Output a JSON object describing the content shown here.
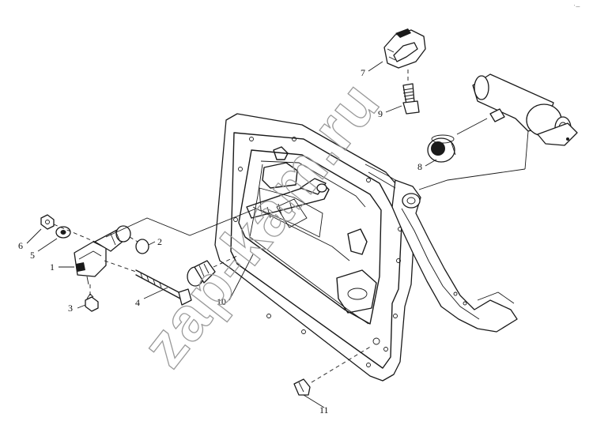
{
  "watermark": "zap-kam.ru",
  "corner_mark": "′ —",
  "callouts": [
    {
      "id": "1",
      "label": "1"
    },
    {
      "id": "2",
      "label": "2"
    },
    {
      "id": "3",
      "label": "3"
    },
    {
      "id": "4",
      "label": "4"
    },
    {
      "id": "5",
      "label": "5"
    },
    {
      "id": "6",
      "label": "6"
    },
    {
      "id": "7",
      "label": "7"
    },
    {
      "id": "8",
      "label": "8"
    },
    {
      "id": "9",
      "label": "9"
    },
    {
      "id": "10",
      "label": "10"
    },
    {
      "id": "11",
      "label": "11"
    }
  ]
}
